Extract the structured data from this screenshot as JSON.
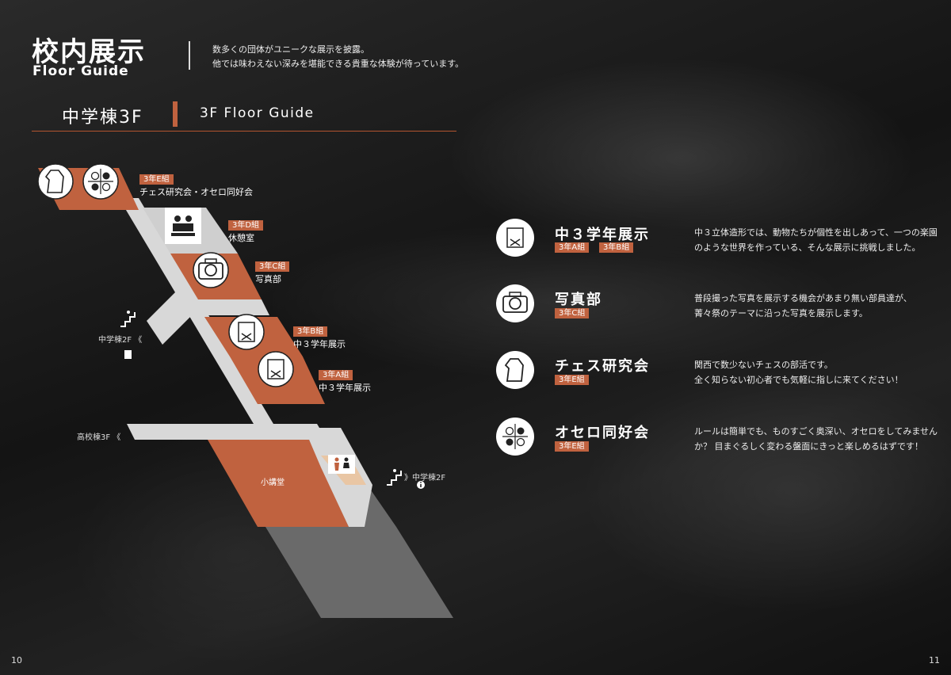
{
  "header": {
    "title": "校内展示",
    "subtitle": "Floor Guide",
    "intro_line1": "数多くの団体がユニークな展示を披露。",
    "intro_line2": "他では味わえない深みを堪能できる貴重な体験が待っています。"
  },
  "section": {
    "title": "中学棟3F",
    "subtitle": "3F Floor Guide"
  },
  "map": {
    "rooms": [
      {
        "tag": "3年E組",
        "name": "チェス研究会・オセロ同好会"
      },
      {
        "tag": "3年D組",
        "name": "休憩室"
      },
      {
        "tag": "3年C組",
        "name": "写真部"
      },
      {
        "tag": "3年B組",
        "name": "中３学年展示"
      },
      {
        "tag": "3年A組",
        "name": "中３学年展示"
      },
      {
        "tag": "小講堂",
        "name": ""
      }
    ],
    "links": {
      "to_junior_2f_left": "中学棟2F",
      "to_high_3f": "高校棟3F",
      "to_junior_2f_right": "中学棟2F"
    },
    "icons": [
      "horse-knight-icon",
      "othello-icon",
      "rest-area-icon",
      "camera-icon",
      "exhibit-icon",
      "exhibit-icon",
      "restroom-icon",
      "stairs-icon",
      "info-icon"
    ]
  },
  "legend": [
    {
      "title": "中３学年展示",
      "tags": [
        "3年A組",
        "3年B組"
      ],
      "desc1": "中３立体造形では、動物たちが個性を出しあって、一つの楽園",
      "desc2": "のような世界を作っている、そんな展示に挑戦しました。",
      "icon": "exhibit-icon"
    },
    {
      "title": "写真部",
      "tags": [
        "3年C組"
      ],
      "desc1": "普段撮った写真を展示する機会があまり無い部員達が、",
      "desc2": "菁々祭のテーマに沿った写真を展示します。",
      "icon": "camera-icon"
    },
    {
      "title": "チェス研究会",
      "tags": [
        "3年E組"
      ],
      "desc1": "関西で数少ないチェスの部活です。",
      "desc2": "全く知らない初心者でも気軽に指しに来てください！",
      "icon": "horse-knight-icon"
    },
    {
      "title": "オセロ同好会",
      "tags": [
        "3年E組"
      ],
      "desc1": "ルールは簡単でも、ものすごく奥深い、オセロをしてみません",
      "desc2": "か？ 目まぐるしく変わる盤面にきっと楽しめるはずです！",
      "icon": "othello-icon"
    }
  ],
  "pages": {
    "left": "10",
    "right": "11"
  },
  "colors": {
    "accent": "#c0623f",
    "corridor": "#d8d8d8",
    "floor_dark": "#6a6a6a",
    "beige": "#e9c6a4"
  }
}
